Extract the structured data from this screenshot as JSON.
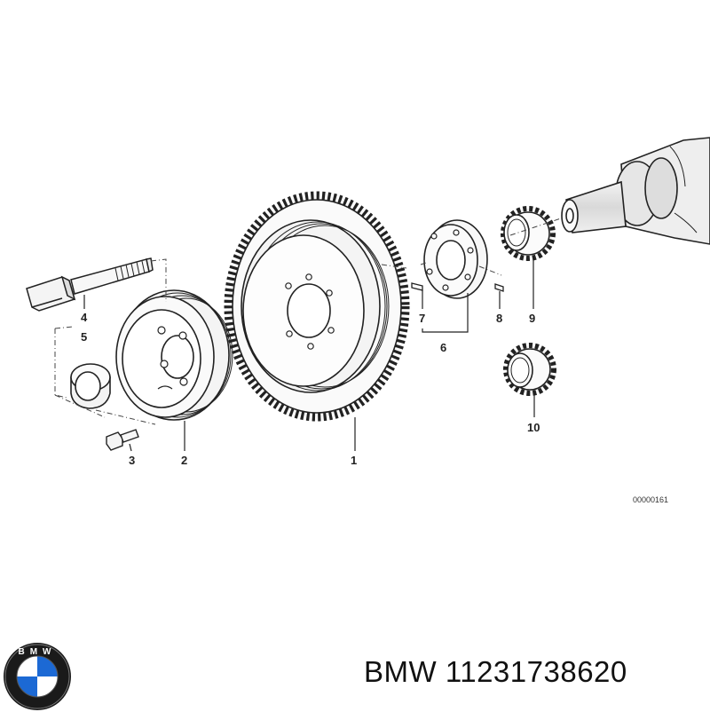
{
  "diagram": {
    "callouts": [
      "1",
      "2",
      "3",
      "4",
      "5",
      "6",
      "7",
      "8",
      "9",
      "10"
    ],
    "drawing_code": "00000161"
  },
  "caption": {
    "brand": "BMW",
    "part_number": "11231738620",
    "text": "BMW 11231738620"
  },
  "logo": {
    "letters": "BMW",
    "colors": {
      "ring": "#1a1a1a",
      "blue": "#1c69d4",
      "white": "#ffffff"
    }
  }
}
